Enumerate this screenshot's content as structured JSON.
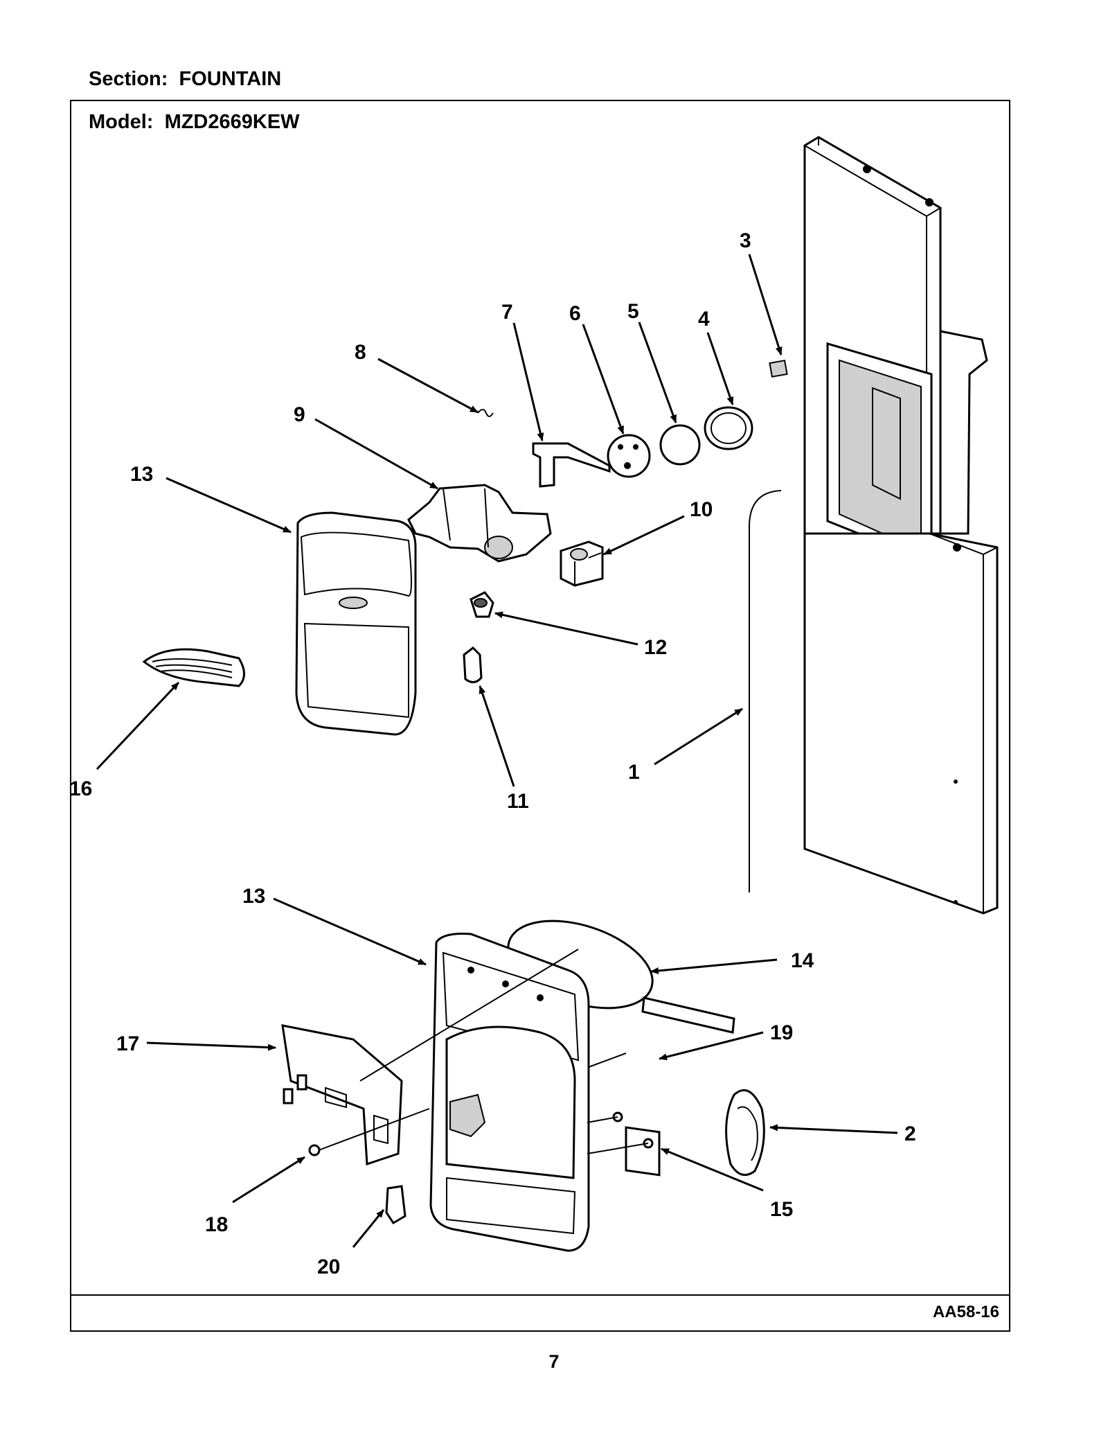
{
  "header": {
    "section_label": "Section:",
    "section_name": "FOUNTAIN",
    "model_label": "Model:",
    "model_name": "MZD2669KEW"
  },
  "callouts": [
    "1",
    "2",
    "3",
    "4",
    "5",
    "6",
    "7",
    "8",
    "9",
    "10",
    "11",
    "12",
    "13",
    "13",
    "14",
    "15",
    "16",
    "17",
    "18",
    "19",
    "20"
  ],
  "footer": {
    "diagram_code": "AA58-16",
    "page_number": "7"
  }
}
